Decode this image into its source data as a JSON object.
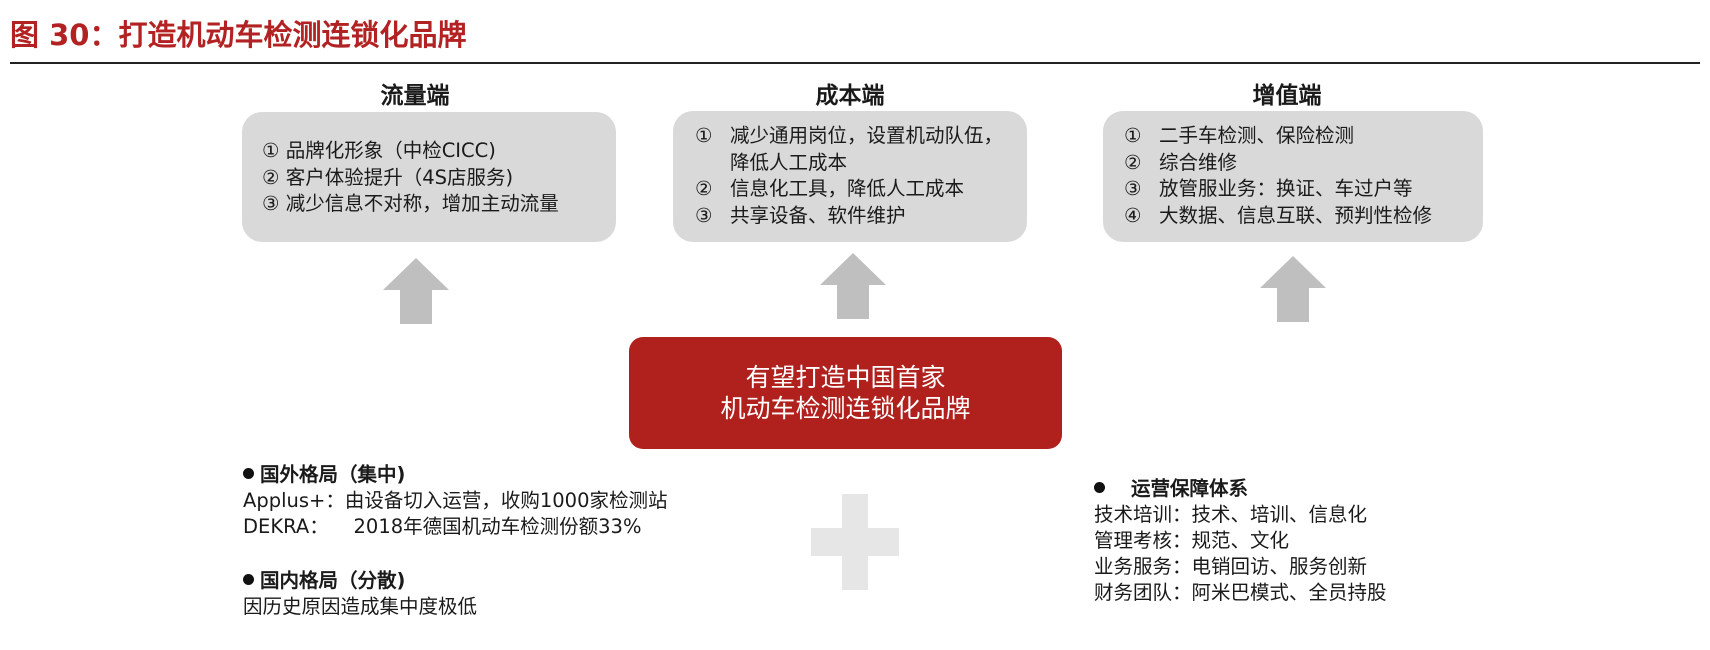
{
  "figure_title": "图 30：打造机动车检测连锁化品牌",
  "columns": [
    {
      "heading": "流量端",
      "items": [
        {
          "num": "①",
          "text": "品牌化形象（中检CICC)"
        },
        {
          "num": "②",
          "text": "客户体验提升（4S店服务)"
        },
        {
          "num": "③",
          "text": "减少信息不对称，增加主动流量"
        }
      ]
    },
    {
      "heading": "成本端",
      "items": [
        {
          "num": "①",
          "text": "减少通用岗位，设置机动队伍，",
          "cont": "降低人工成本"
        },
        {
          "num": "②",
          "text": "信息化工具，降低人工成本"
        },
        {
          "num": "③",
          "text": "共享设备、软件维护"
        }
      ]
    },
    {
      "heading": "增值端",
      "items": [
        {
          "num": "①",
          "text": "二手车检测、保险检测"
        },
        {
          "num": "②",
          "text": "综合维修"
        },
        {
          "num": "③",
          "text": "放管服业务：换证、车过户等"
        },
        {
          "num": "④",
          "text": "大数据、信息互联、预判性检修"
        }
      ]
    }
  ],
  "center": {
    "line1": "有望打造中国首家",
    "line2": "机动车检测连锁化品牌"
  },
  "foreign": {
    "heading": "国外格局（集中)",
    "line1": "Applus+：由设备切入运营，收购1000家检测站",
    "line2": "DEKRA：    2018年德国机动车检测份额33%"
  },
  "domestic": {
    "heading": "国内格局（分散)",
    "line1": "因历史原因造成集中度极低"
  },
  "ops": {
    "heading": "运营保障体系",
    "lines": [
      "技术培训：技术、培训、信息化",
      "管理考核：规范、文化",
      "业务服务：电销回访、服务创新",
      "财务团队：阿米巴模式、全员持股"
    ]
  },
  "colors": {
    "title_red": "#b22222",
    "center_red": "#b0201d",
    "box_gray": "#d9d9d9",
    "arrow_gray": "#bfbfbf",
    "plus_gray": "#e6e6e6"
  }
}
